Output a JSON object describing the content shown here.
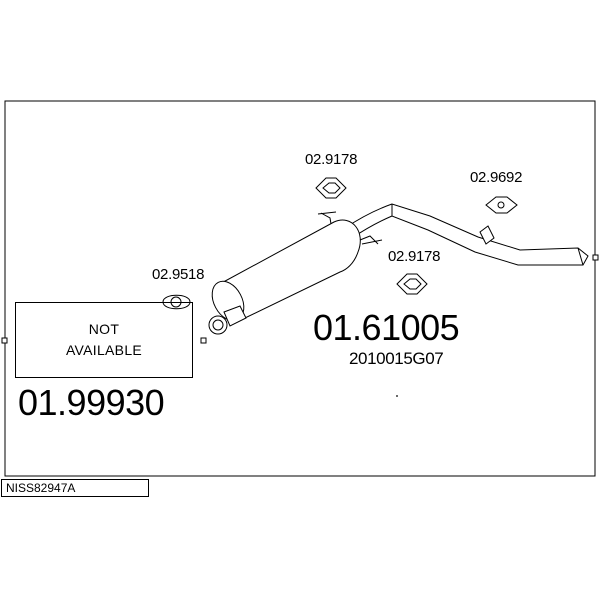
{
  "not_available": {
    "line1": "NOT",
    "line2": "AVAILABLE"
  },
  "part_left_number": "01.99930",
  "part_main_number": "01.61005",
  "part_main_oem": "2010015G07",
  "accessories": {
    "hanger_top": "02.9178",
    "hanger_right": "02.9692",
    "hanger_mid": "02.9178",
    "gasket": "02.9518"
  },
  "vehicle_code": "NISS82947A"
}
